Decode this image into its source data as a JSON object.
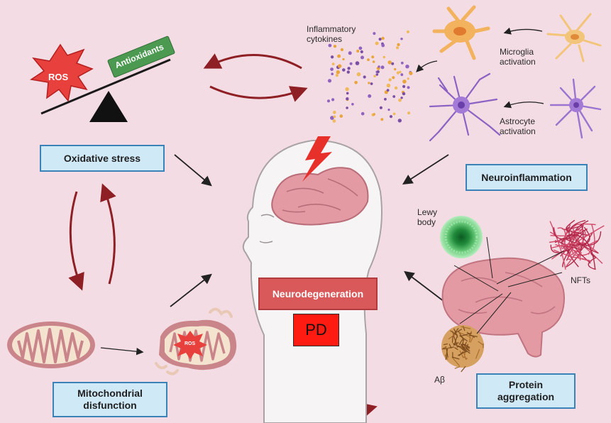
{
  "labels": {
    "oxidative_stress": "Oxidative stress",
    "neuroinflammation": "Neuroinflammation",
    "mitochondrial_line1": "Mitochondrial",
    "mitochondrial_line2": "disfunction",
    "protein_line1": "Protein",
    "protein_line2": "aggregation",
    "neurodegeneration": "Neurodegeneration",
    "pd": "PD",
    "ros": "ROS",
    "ros_small": "ROS",
    "antioxidants": "Antioxidants",
    "inflammatory_line1": "Inflammatory",
    "inflammatory_line2": "cytokines",
    "microglia_line1": "Microglia",
    "microglia_line2": "activation",
    "astrocyte_line1": "Astrocyte",
    "astrocyte_line2": "activation",
    "lewy_line1": "Lewy",
    "lewy_line2": "body",
    "nfts": "NFTs",
    "abeta": "Aβ"
  },
  "colors": {
    "background": "#f3dce3",
    "box_fill": "#cfe9f6",
    "box_border": "#3a82b8",
    "neurodegeneration_fill": "#d9585a",
    "pd_fill": "#ff1a12",
    "ros_red": "#e8413d",
    "antioxidant_green": "#4c9a52",
    "cycle_arrow": "#8e1f24",
    "brain_pink": "#e39aa3"
  }
}
